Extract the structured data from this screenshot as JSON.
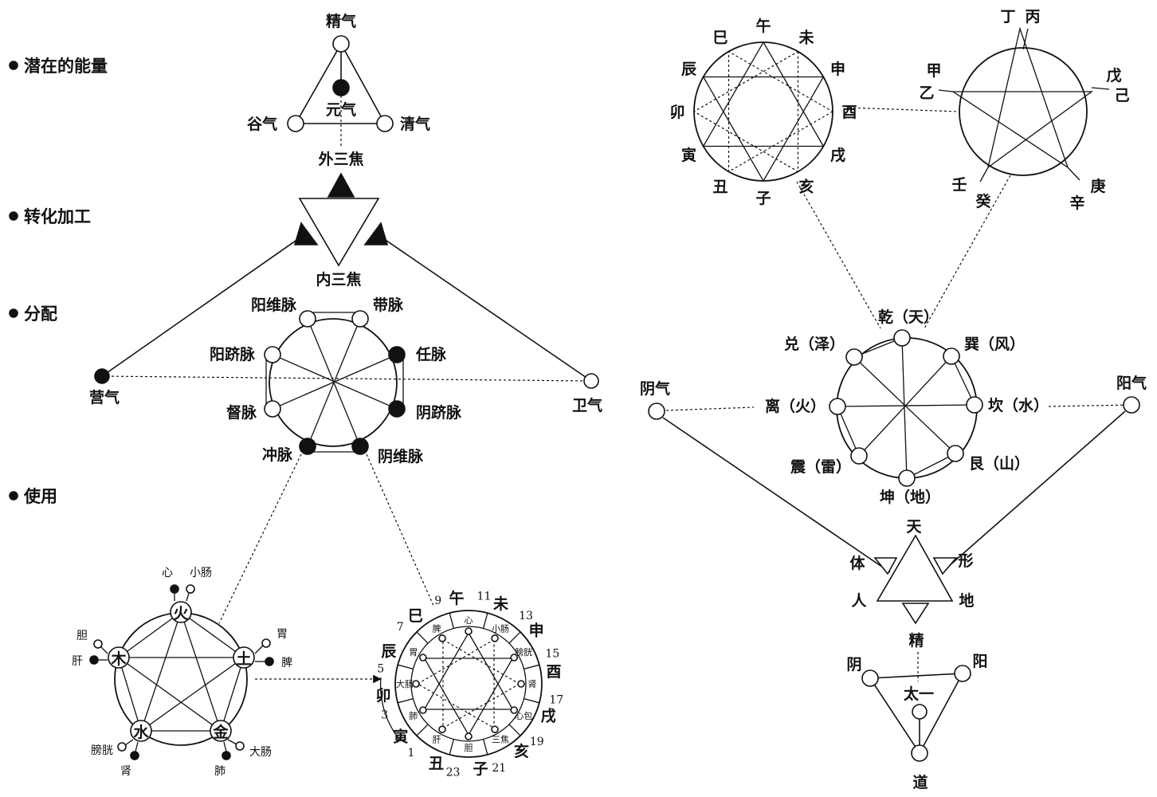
{
  "stages": [
    {
      "label": "潜在的能量"
    },
    {
      "label": "转化加工"
    },
    {
      "label": "分配"
    },
    {
      "label": "使用"
    }
  ],
  "top_triangle": {
    "jingqi": "精气",
    "yuanqi": "元气",
    "guqi": "谷气",
    "qingqi": "清气"
  },
  "sanjiao": {
    "outer": "外三焦",
    "inner": "内三焦"
  },
  "ying_wei": {
    "ying": "营气",
    "wei": "卫气"
  },
  "meridians": {
    "yangwei": "阳维脉",
    "dai": "带脉",
    "yangqiao": "阳跻脉",
    "ren": "任脉",
    "du": "督脉",
    "yinqiao": "阴跻脉",
    "chong": "冲脉",
    "yinwei": "阴维脉"
  },
  "five_elements": {
    "fire": "火",
    "earth": "土",
    "metal": "金",
    "water": "水",
    "wood": "木",
    "heart": "心",
    "small_intestine": "小肠",
    "stomach": "胃",
    "spleen": "脾",
    "large_intestine": "大肠",
    "lung": "肺",
    "bladder": "膀胱",
    "kidney": "肾",
    "gallbladder": "胆",
    "liver": "肝"
  },
  "clock": {
    "branches": [
      "午",
      "未",
      "申",
      "酉",
      "戌",
      "亥",
      "子",
      "丑",
      "寅",
      "卯",
      "辰",
      "巳"
    ],
    "hours": [
      "11",
      "13",
      "15",
      "17",
      "19",
      "21",
      "23",
      "1",
      "3",
      "5",
      "7",
      "9"
    ],
    "organs": [
      "心",
      "小肠",
      "膀胱",
      "肾",
      "心包",
      "三焦",
      "胆",
      "肝",
      "肺",
      "大肠",
      "胃",
      "脾"
    ]
  },
  "twelve_branches": {
    "wu": "午",
    "wei": "未",
    "shen": "申",
    "you": "酉",
    "xu": "戌",
    "hai": "亥",
    "zi": "子",
    "chou": "丑",
    "yin": "寅",
    "mao": "卯",
    "chen": "辰",
    "si": "巳"
  },
  "ten_stems": {
    "ding": "丁",
    "bing": "丙",
    "wu": "戊",
    "ji": "己",
    "geng": "庚",
    "xin": "辛",
    "gui": "癸",
    "ren": "壬",
    "yi": "乙",
    "jia": "甲"
  },
  "trigrams": {
    "qian": "乾（天）",
    "xun": "巽（风）",
    "kan": "坎（水）",
    "gen": "艮（山）",
    "kun": "坤（地）",
    "zhen": "震（雷）",
    "li": "离（火）",
    "dui": "兑（泽）"
  },
  "yinyang": {
    "yinqi": "阴气",
    "yangqi": "阳气"
  },
  "bottom": {
    "tian": "天",
    "ti": "体",
    "xing": "形",
    "ren": "人",
    "di": "地",
    "jing": "精",
    "yin": "阴",
    "yang": "阳",
    "taiyi": "太一",
    "dao": "道"
  }
}
